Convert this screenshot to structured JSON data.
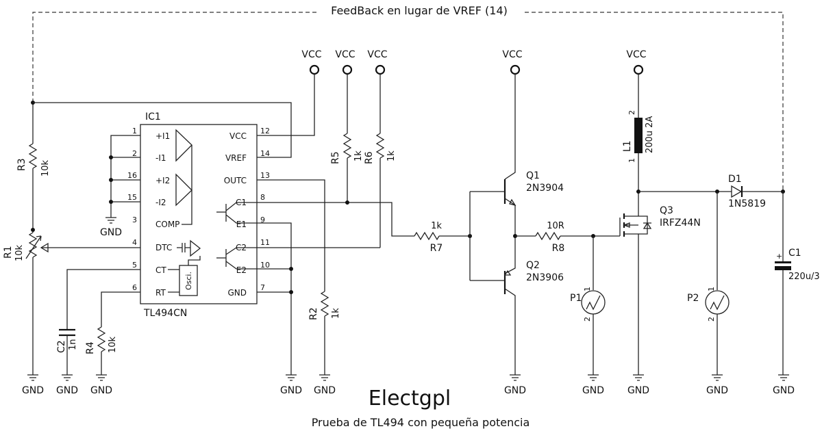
{
  "title": "Electgpl",
  "subtitle": "Prueba de TL494 con pequeña potencia",
  "feedback_label": "FeedBack en lugar de VREF (14)",
  "supply": "VCC",
  "ground": "GND",
  "ic": {
    "ref": "IC1",
    "part": "TL494CN",
    "osc_label": "Osci.",
    "pins_left": [
      {
        "num": "1",
        "name": "+I1"
      },
      {
        "num": "2",
        "name": "-I1"
      },
      {
        "num": "16",
        "name": "+I2"
      },
      {
        "num": "15",
        "name": "-I2"
      },
      {
        "num": "3",
        "name": "COMP"
      },
      {
        "num": "4",
        "name": "DTC"
      },
      {
        "num": "5",
        "name": "CT"
      },
      {
        "num": "6",
        "name": "RT"
      }
    ],
    "pins_right": [
      {
        "num": "12",
        "name": "VCC"
      },
      {
        "num": "14",
        "name": "VREF"
      },
      {
        "num": "13",
        "name": "OUTC"
      },
      {
        "num": "8",
        "name": "C1"
      },
      {
        "num": "9",
        "name": "E1"
      },
      {
        "num": "11",
        "name": "C2"
      },
      {
        "num": "10",
        "name": "E2"
      },
      {
        "num": "7",
        "name": "GND"
      }
    ]
  },
  "components": {
    "R1": {
      "ref": "R1",
      "value": "10k"
    },
    "R2": {
      "ref": "R2",
      "value": "1k"
    },
    "R3": {
      "ref": "R3",
      "value": "10k"
    },
    "R4": {
      "ref": "R4",
      "value": "10k"
    },
    "R5": {
      "ref": "R5",
      "value": "1k"
    },
    "R6": {
      "ref": "R6",
      "value": "1k"
    },
    "R7": {
      "ref": "R7",
      "value": "1k"
    },
    "R8": {
      "ref": "R8",
      "value": "10R"
    },
    "C1": {
      "ref": "C1",
      "value": "220u/3"
    },
    "C2": {
      "ref": "C2",
      "value": "1n"
    },
    "Q1": {
      "ref": "Q1",
      "value": "2N3904"
    },
    "Q2": {
      "ref": "Q2",
      "value": "2N3906"
    },
    "Q3": {
      "ref": "Q3",
      "value": "IRFZ44N"
    },
    "L1": {
      "ref": "L1",
      "value": "200u 2A"
    },
    "D1": {
      "ref": "D1",
      "value": "1N5819"
    },
    "P1": {
      "ref": "P1"
    },
    "P2": {
      "ref": "P2"
    }
  },
  "pin_numbers": {
    "one": "1",
    "two": "2"
  }
}
